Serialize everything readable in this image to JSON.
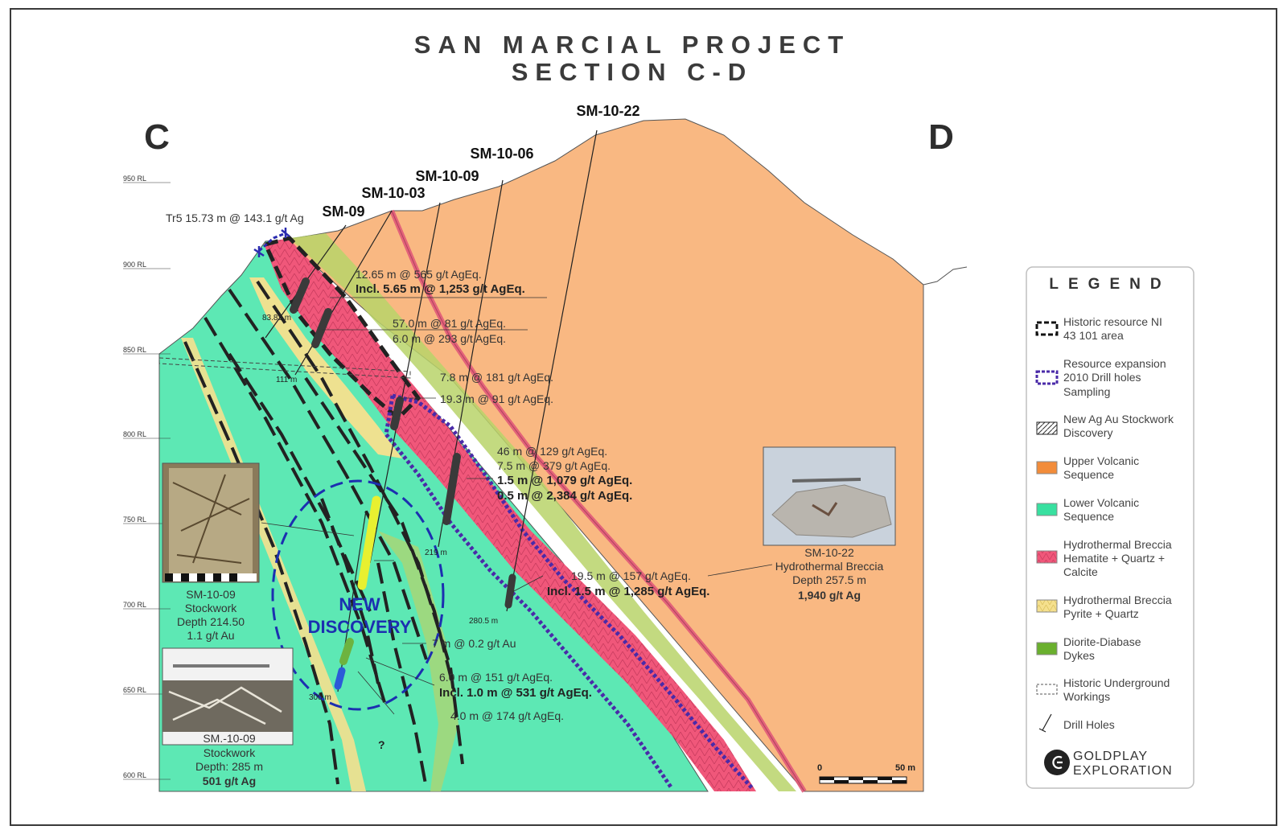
{
  "title": {
    "line1": "SAN MARCIAL PROJECT",
    "line2": "SECTION C-D"
  },
  "endpoints": {
    "start": "C",
    "end": "D"
  },
  "drill_holes": [
    "SM-10-22",
    "SM-10-06",
    "SM-10-09",
    "SM-10-03",
    "SM-09"
  ],
  "rl_labels": [
    "950 RL",
    "900 RL",
    "850 RL",
    "800 RL",
    "750 RL",
    "700 RL",
    "650 RL",
    "600 RL"
  ],
  "trench": "Tr5 15.73 m @ 143.1 g/t Ag",
  "intercepts": {
    "i1": "12.65 m @ 565 g/t AgEq.",
    "i1b": "Incl. 5.65 m @ 1,253 g/t AgEq.",
    "i2": "57.0 m @ 81 g/t AgEq.",
    "i3": "6.0 m @ 293 g/t AgEq.",
    "i4": "7.8 m @ 181 g/t AgEq.",
    "i5": "19.3 m @ 91 g/t AgEq.",
    "i6": "46 m @ 129 g/t AgEq.",
    "i7": "7.5 m @ 379 g/t AgEq.",
    "i8": "1.5 m @ 1,079 g/t AgEq.",
    "i9": "0.5 m @ 2,384 g/t AgEq.",
    "i10": "19.5 m @ 157 g/t AgEq.",
    "i10b": "Incl. 1.5 m @ 1,285 g/t AgEq.",
    "i11": "7 m @ 0.2 g/t Au",
    "i12": "6.0 m @ 151 g/t AgEq.",
    "i12b": "Incl. 1.0 m @ 531 g/t AgEq.",
    "i13": "4.0 m @ 174 g/t AgEq."
  },
  "depths": {
    "d1": "83.82 m",
    "d2": "111 m",
    "d3": "219 m",
    "d4": "280.5 m",
    "d5": "300 m"
  },
  "discovery": {
    "line1": "NEW",
    "line2": "DISCOVERY",
    "question": "?"
  },
  "photos": {
    "p1": {
      "l1": "SM-10-09",
      "l2": "Stockwork",
      "l3": "Depth 214.50",
      "l4": "1.1 g/t Au"
    },
    "p2": {
      "l1": "SM.-10-09",
      "l2": "Stockwork",
      "l3": "Depth: 285 m",
      "l4": "501 g/t Ag"
    },
    "p3": {
      "l1": "SM-10-22",
      "l2": "Hydrothermal Breccia",
      "l3": "Depth 257.5 m",
      "l4": "1,940 g/t Ag"
    }
  },
  "scale": {
    "zero": "0",
    "end": "50 m"
  },
  "legend": {
    "title": "LEGEND",
    "items": [
      {
        "l1": "Historic resource NI",
        "l2": "43 101 area"
      },
      {
        "l1": "Resource expansion",
        "l2": "2010 Drill holes",
        "l3": "Sampling"
      },
      {
        "l1": "New Ag Au Stockwork",
        "l2": "Discovery"
      },
      {
        "l1": "Upper Volcanic",
        "l2": "Sequence"
      },
      {
        "l1": "Lower Volcanic",
        "l2": "Sequence"
      },
      {
        "l1": "Hydrothermal Breccia",
        "l2": "Hematite + Quartz +",
        "l3": "Calcite"
      },
      {
        "l1": "Hydrothermal Breccia",
        "l2": "Pyrite + Quartz"
      },
      {
        "l1": "Diorite-Diabase",
        "l2": "Dykes"
      },
      {
        "l1": "Historic Underground",
        "l2": "Workings"
      },
      {
        "l1": "Drill Holes"
      }
    ],
    "logo_l1": "GOLDPLAY",
    "logo_l2": "EXPLORATION"
  },
  "colors": {
    "upper_volcanic": "#f9b882",
    "lower_volcanic": "#5de8b4",
    "breccia_hematite": "#f0577a",
    "breccia_pyrite": "#f5e08e",
    "dyke": "#8fc43e",
    "discovery": "#1c2fb0",
    "expansion": "#4a2aa8"
  }
}
